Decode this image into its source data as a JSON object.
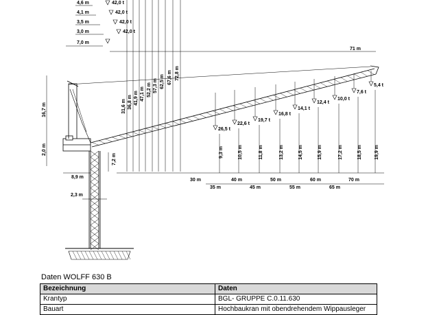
{
  "diagram": {
    "top_hook_outreach": [
      "4,6 m",
      "4,1 m",
      "3,5 m",
      "3,0 m"
    ],
    "top_hook_loads": [
      "42,0 t",
      "42,0 t",
      "42,0 t",
      "42,0 t"
    ],
    "min_radius": "7,0 m",
    "max_radius": "71 m",
    "tower_height": "16,7 m",
    "base_offset": "2,0 m",
    "slew_height": "7,2 m",
    "tower_width": "2,3 m",
    "tower_base_width": "8,9 m",
    "hook_heights": [
      "31,6 m",
      "36,8 m",
      "41,9 m",
      "47,1 m",
      "52,2 m",
      "57,3 m",
      "62,5 m",
      "67,6 m",
      "72,8 m"
    ],
    "loads": [
      "26,5 t",
      "22,6 t",
      "19,7 t",
      "16,8 t",
      "14,1 t",
      "12,4 t",
      "10,0 t",
      "7,6 t",
      "5,4 t"
    ],
    "jib_heights": [
      "9,3 m",
      "10,5 m",
      "11,8 m",
      "13,2 m",
      "14,5 m",
      "15,9 m",
      "17,2 m",
      "18,5 m",
      "19,9 m"
    ],
    "radius_upper": [
      "30 m",
      "40 m",
      "50 m",
      "60 m",
      "70 m"
    ],
    "radius_lower": [
      "35 m",
      "45 m",
      "55 m",
      "65 m"
    ]
  },
  "caption": "Daten WOLFF 630 B",
  "table": {
    "headers": [
      "Bezeichnung",
      "Daten"
    ],
    "rows": [
      [
        "Krantyp",
        "BGL- GRUPPE C.0.11.630"
      ],
      [
        "Bauart",
        "Hochbaukran mit obendrehendem Wippausleger"
      ]
    ]
  }
}
